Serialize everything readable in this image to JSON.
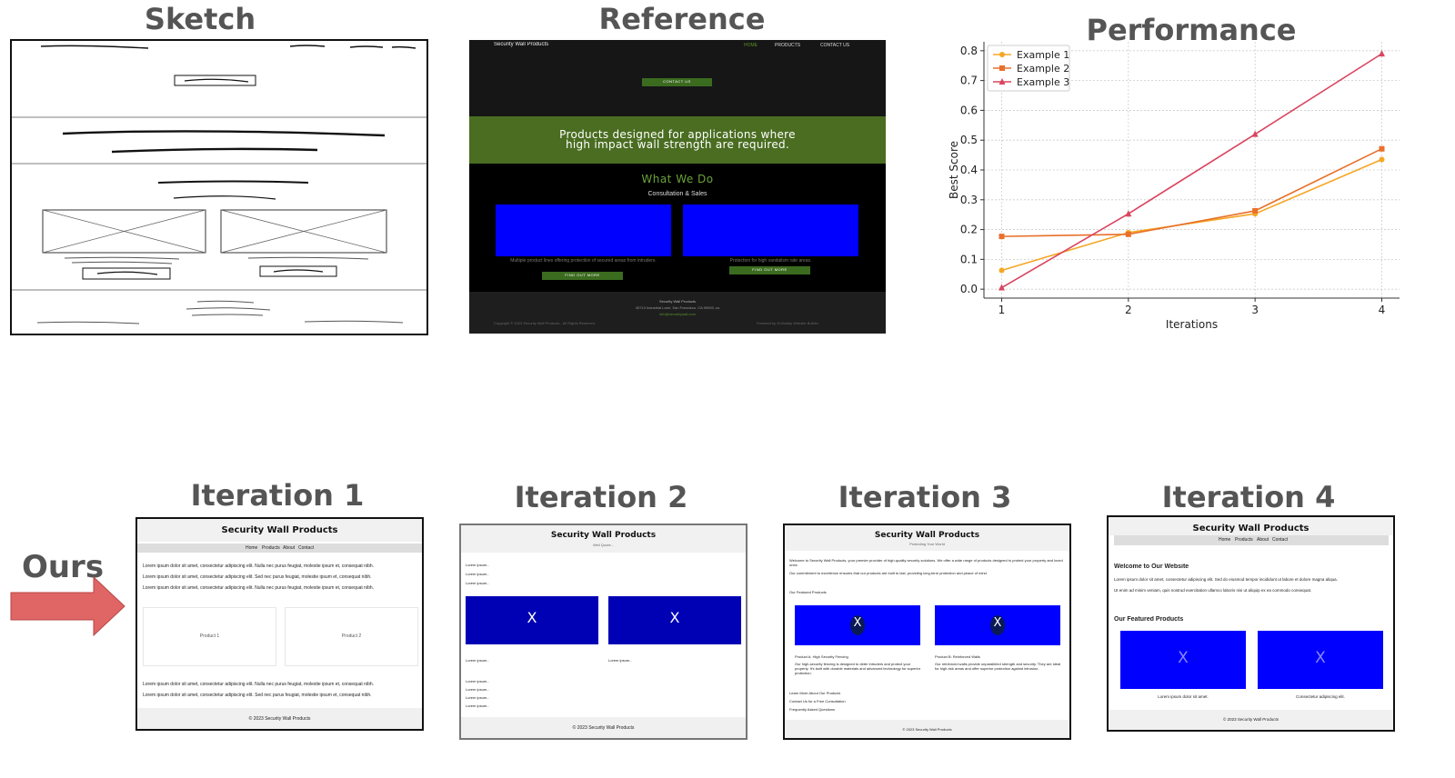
{
  "headings": {
    "sketch": "Sketch",
    "reference": "Reference",
    "performance": "Performance",
    "iteration1": "Iteration 1",
    "iteration2": "Iteration 2",
    "iteration3": "Iteration 3",
    "iteration4": "Iteration 4",
    "ours": "Ours"
  },
  "reference": {
    "brand": "Security Wall Products",
    "nav": [
      "HOME",
      "PRODUCTS",
      "CONTACT US"
    ],
    "contact_button": "CONTACT US",
    "banner_line1": "Products designed for applications where",
    "banner_line2": "high impact wall strength are required.",
    "what_we_do": "What We Do",
    "subtitle": "Consultation & Sales",
    "card1_text": "Multiple product lines offering protection of secured areas from intruders.",
    "card2_text": "Protection for high vandalism rate areas.",
    "find_out_more": "FIND OUT MORE",
    "footer_name": "Security Wall Products",
    "footer_address": "40713 Industrial Lane, San Francisco, CA 90000, us",
    "footer_email": "info@securitywall.com",
    "copyright": "Copyright © 2023 Security Wall Products - All Rights Reserved.",
    "powered": "Powered by GoDaddy Website Builder"
  },
  "iter1": {
    "title": "Security Wall Products",
    "nav": [
      "Home",
      "Products",
      "About",
      "Contact"
    ],
    "lorem_lines": [
      "Lorem ipsum dolor sit amet, consectetur adipiscing elit. Nulla nec purus feugiat, molestie ipsum et, consequat nibh.",
      "Lorem ipsum dolor sit amet, consectetur adipiscing elit. Sed nec purus feugiat, molestie ipsum et, consequat nibh.",
      "Lorem ipsum dolor sit amet, consectetur adipiscing elit. Nulla nec purus feugiat, molestie ipsum et, consequat nibh."
    ],
    "product1": "Product 1",
    "product2": "Product 2",
    "bottom_lines": [
      "Lorem ipsum dolor sit amet, consectetur adipiscing elit. Nulla nec purus feugiat, molestie ipsum et, consequat nibh.",
      "Lorem ipsum dolor sit amet, consectetur adipiscing elit. Sed nec purus feugiat, molestie ipsum et, consequat nibh."
    ],
    "footer": "© 2023 Security Wall Products"
  },
  "iter2": {
    "title": "Security Wall Products",
    "subtitle": "Well Quote...",
    "lorem_lines": [
      "Lorem ipsum...",
      "Lorem ipsum...",
      "Lorem ipsum..."
    ],
    "x": "X",
    "caption_left": "Lorem ipsum...",
    "caption_right": "Lorem ipsum...",
    "bottom_lines": [
      "Lorem ipsum...",
      "Lorem ipsum...",
      "Lorem ipsum...",
      "Lorem ipsum..."
    ],
    "footer": "© 2023 Security Wall Products"
  },
  "iter3": {
    "title": "Security Wall Products",
    "subtitle": "Protecting Your World",
    "intro1": "Welcome to Security Wall Products, your premier provider of high-quality security solutions. We offer a wide range of products designed to protect your property and loved ones.",
    "intro2": "Our commitment to excellence ensures that our products are built to last, providing long-term protection and peace of mind.",
    "featured": "Our Featured Products",
    "x": "X",
    "prod_a_title": "Product A: High Security Fencing",
    "prod_a_text": "Our high-security fencing is designed to deter intruders and protect your property. It's built with durable materials and advanced technology for superior protection.",
    "prod_b_title": "Product B: Reinforced Walls",
    "prod_b_text": "Our reinforced walls provide unparalleled strength and security. They are ideal for high-risk areas and offer superior protection against intrusion.",
    "links": [
      "Learn More About Our Products",
      "Contact Us for a Free Consultation",
      "Frequently Asked Questions"
    ],
    "footer": "© 2023 Security Wall Products"
  },
  "iter4": {
    "title": "Security Wall Products",
    "nav": [
      "Home",
      "Products",
      "About",
      "Contact"
    ],
    "welcome": "Welcome to Our Website",
    "p1": "Lorem ipsum dolor sit amet, consectetur adipiscing elit. Sed do eiusmod tempor incididunt ut labore et dolore magna aliqua.",
    "p2": "Ut enim ad minim veniam, quis nostrud exercitation ullamco laboris nisi ut aliquip ex ea commodo consequat.",
    "featured": "Our Featured Products",
    "x": "X",
    "cap1": "Lorem ipsum dolor sit amet.",
    "cap2": "Consectetur adipiscing elit.",
    "footer": "© 2023 Security Wall Products"
  },
  "colors": {
    "heading_gray": "#555555",
    "ref_black": "#000000",
    "ref_green": "#4a6d21",
    "box_blue": "#0000ff",
    "arrow_red": "#e06666",
    "series1": "#f5a623",
    "series2": "#e8702a",
    "series3": "#d9455f"
  },
  "chart_data": {
    "type": "line",
    "title": "Performance",
    "xlabel": "Iterations",
    "ylabel": "Best Score",
    "x": [
      1,
      2,
      3,
      4
    ],
    "xlim": [
      0.86,
      4.14
    ],
    "ylim": [
      -0.03,
      0.83
    ],
    "xticks": [
      1,
      2,
      3,
      4
    ],
    "yticks": [
      0.0,
      0.1,
      0.2,
      0.3,
      0.4,
      0.5,
      0.6,
      0.7,
      0.8
    ],
    "grid": true,
    "legend_position": "top-left",
    "series": [
      {
        "name": "Example 1",
        "values": [
          0.063,
          0.19,
          0.253,
          0.435
        ],
        "color": "#f5a623",
        "marker": "circle"
      },
      {
        "name": "Example 2",
        "values": [
          0.177,
          0.184,
          0.263,
          0.471
        ],
        "color": "#e8702a",
        "marker": "square"
      },
      {
        "name": "Example 3",
        "values": [
          0.005,
          0.253,
          0.52,
          0.79
        ],
        "color": "#d9455f",
        "marker": "triangle"
      }
    ]
  }
}
